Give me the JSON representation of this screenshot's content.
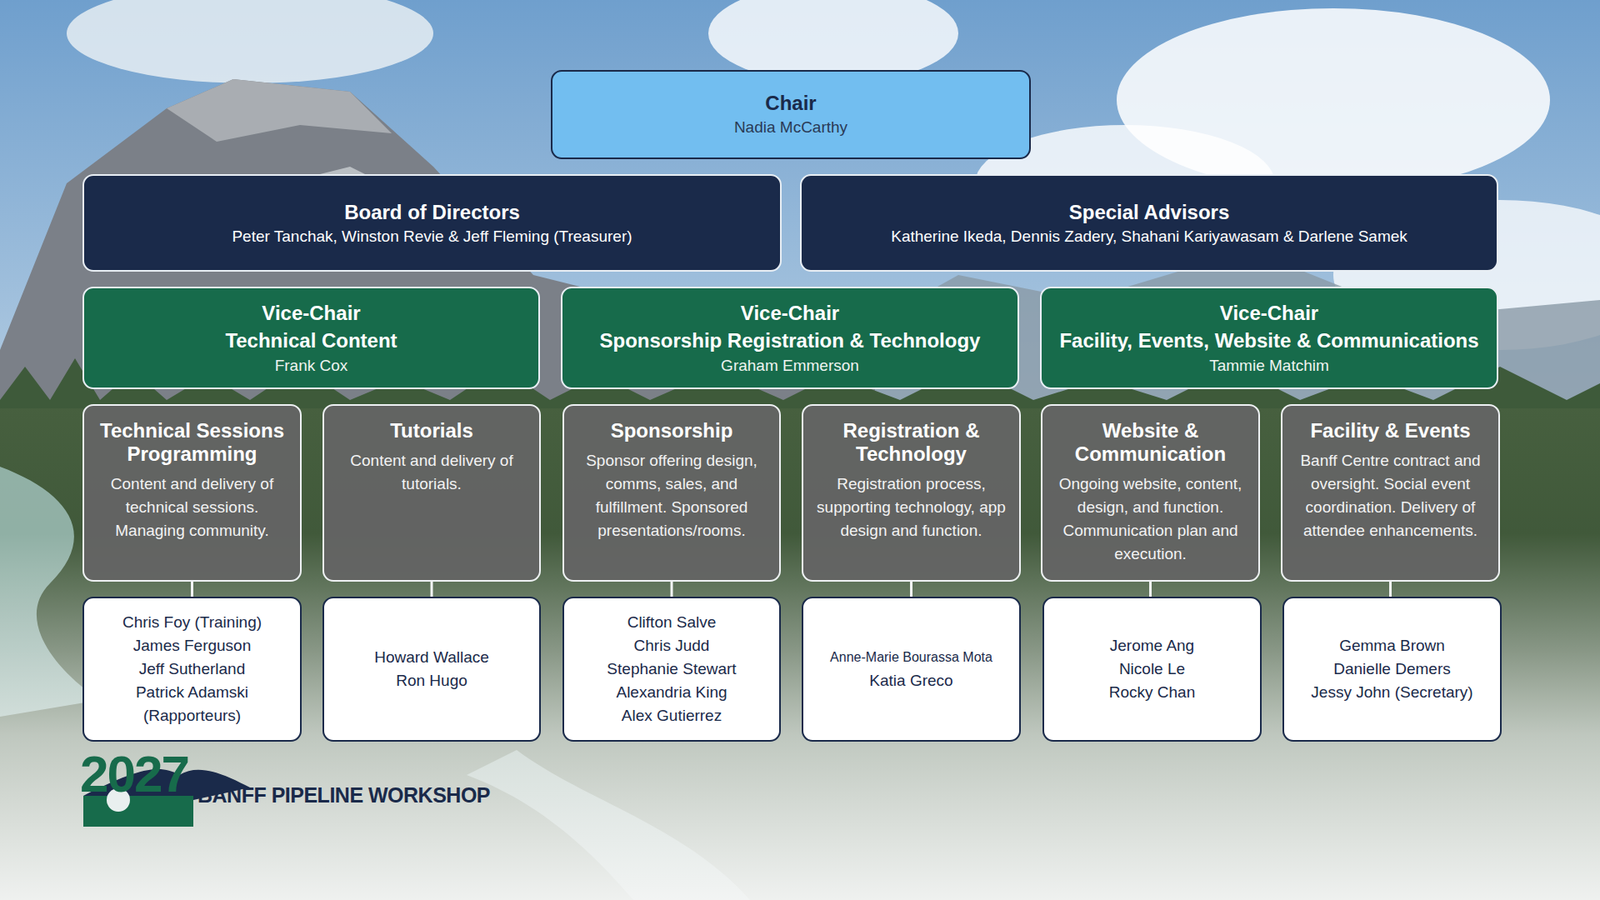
{
  "diagram": {
    "nodes": [
      {
        "text": [
          "Chair",
          "Nadia McCarthy"
        ]
      },
      {
        "text": [
          "Board of Directors",
          "Peter Tanchak, Winston Revie & Jeff Fleming (Treasurer)"
        ]
      },
      {
        "text": [
          "Special Advisors",
          "Katherine Ikeda, Dennis Zadery, Shahani Kariyawasam & Darlene Samek"
        ]
      },
      {
        "text": [
          "Vice-Chair",
          "Technical Content",
          "Frank Cox"
        ]
      },
      {
        "text": [
          "Vice-Chair",
          "Sponsorship Registration & Technology",
          "Graham Emmerson"
        ]
      },
      {
        "text": [
          "Vice-Chair",
          "Facility, Events, Website & Communications",
          "Tammie Matchim"
        ]
      },
      {
        "text": [
          "Technical Sessions Programming",
          "Content and delivery of technical sessions. Managing community."
        ]
      },
      {
        "text": [
          "Tutorials",
          "Content and delivery of tutorials."
        ]
      },
      {
        "text": [
          "Sponsorship",
          "Sponsor offering design, comms, sales, and fulfillment. Sponsored presentations/rooms."
        ]
      },
      {
        "text": [
          "Registration & Technology",
          "Registration process, supporting technology, app design and function."
        ]
      },
      {
        "text": [
          "Website & Communication",
          "Ongoing website, content, design, and function. Communication plan and execution."
        ]
      },
      {
        "text": [
          "Facility & Events",
          "Banff Centre contract and oversight. Social event coordination. Delivery of attendee enhancements."
        ]
      },
      {
        "text": [
          "Chris Foy (Training)",
          "James Ferguson",
          "Jeff Sutherland",
          "Patrick Adamski (Rapporteurs)"
        ]
      },
      {
        "text": [
          "Howard Wallace",
          "Ron Hugo"
        ]
      },
      {
        "text": [
          "Clifton Salve",
          "Chris Judd",
          "Stephanie Stewart",
          "Alexandria King",
          "Alex Gutierrez"
        ]
      },
      {
        "text": [
          "Anne-Marie Bourassa Mota",
          "Katia Greco"
        ]
      },
      {
        "text": [
          "Jerome Ang",
          "Nicole Le",
          "Rocky Chan"
        ]
      },
      {
        "text": [
          "Gemma Brown",
          "Danielle Demers",
          "Jessy John (Secretary)"
        ]
      }
    ],
    "edges": [
      {
        "from": 6,
        "to": 12,
        "arrow": "none"
      },
      {
        "from": 7,
        "to": 13,
        "arrow": "none"
      },
      {
        "from": 8,
        "to": 14,
        "arrow": "none"
      },
      {
        "from": 9,
        "to": 15,
        "arrow": "none"
      },
      {
        "from": 10,
        "to": 16,
        "arrow": "none"
      },
      {
        "from": 11,
        "to": 17,
        "arrow": "none"
      }
    ],
    "labels": [
      "2027",
      "BANFF PIPELINE WORKSHOP"
    ]
  }
}
